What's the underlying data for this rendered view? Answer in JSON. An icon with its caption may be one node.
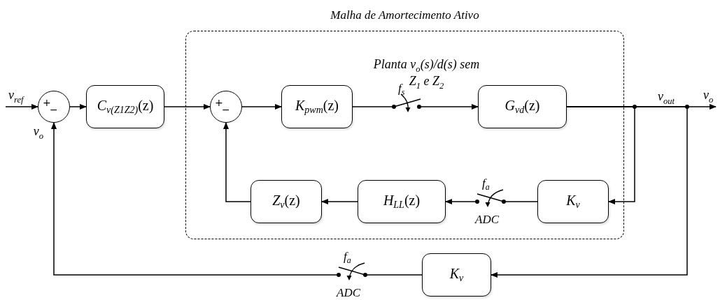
{
  "diagram": {
    "nodes": [
      {
        "text": [
          "Malha de Amortecimento Ativo"
        ]
      },
      {
        "text": [
          "+",
          "−"
        ]
      },
      {
        "text": [
          "*C*$_{v(Z1Z2)}$(z)"
        ]
      },
      {
        "text": [
          "+",
          "−"
        ],
        "in": 0
      },
      {
        "text": [
          "*K*$_{pwm}$(z)"
        ],
        "in": 0
      },
      {
        "text": [],
        "shape": "switch",
        "in": 0,
        "beside": [
          "f$_{s}$"
        ]
      },
      {
        "text": [
          "*G*$_{vd}$(z)"
        ],
        "in": 0
      },
      {
        "text": [
          "K$_{v}$"
        ],
        "in": 0
      },
      {
        "text": [],
        "shape": "switch",
        "in": 0,
        "beside": [
          "f$_{a}$",
          "ADC"
        ]
      },
      {
        "text": [
          "*H*$_{LL}$(z)"
        ],
        "in": 0
      },
      {
        "text": [
          "*Z*$_{v}$(z)"
        ],
        "in": 0
      },
      {
        "text": [
          "K$_{v}$"
        ]
      },
      {
        "text": [],
        "shape": "switch",
        "beside": [
          "f$_{a}$",
          "ADC"
        ]
      }
    ],
    "edges": [
      {
        "from": null,
        "to": 1,
        "arrow": "to",
        "label": "v$_{ref}$"
      },
      {
        "from": 1,
        "to": 2,
        "arrow": "to"
      },
      {
        "from": 2,
        "to": 3,
        "arrow": "to"
      },
      {
        "from": 3,
        "to": 4,
        "arrow": "to"
      },
      {
        "from": 4,
        "to": 5,
        "arrow": "none"
      },
      {
        "from": 5,
        "to": 6,
        "arrow": "to"
      },
      {
        "from": 6,
        "to": null,
        "arrow": "to",
        "label": "v$_{o}$"
      },
      {
        "from": 6,
        "to": 7,
        "arrow": "to"
      },
      {
        "from": 6,
        "to": 11,
        "arrow": "to"
      },
      {
        "from": 7,
        "to": 8,
        "arrow": "none"
      },
      {
        "from": 8,
        "to": 9,
        "arrow": "to"
      },
      {
        "from": 9,
        "to": 10,
        "arrow": "to"
      },
      {
        "from": 10,
        "to": 3,
        "arrow": "to"
      },
      {
        "from": 11,
        "to": 12,
        "arrow": "none"
      },
      {
        "from": 12,
        "to": 1,
        "arrow": "to"
      }
    ],
    "labels": [
      "v$_{o}$",
      "Planta v$_{o}$(s)/d(s) sem Z$_{1}$ e Z$_{2}$",
      "v$_{out}$"
    ]
  }
}
